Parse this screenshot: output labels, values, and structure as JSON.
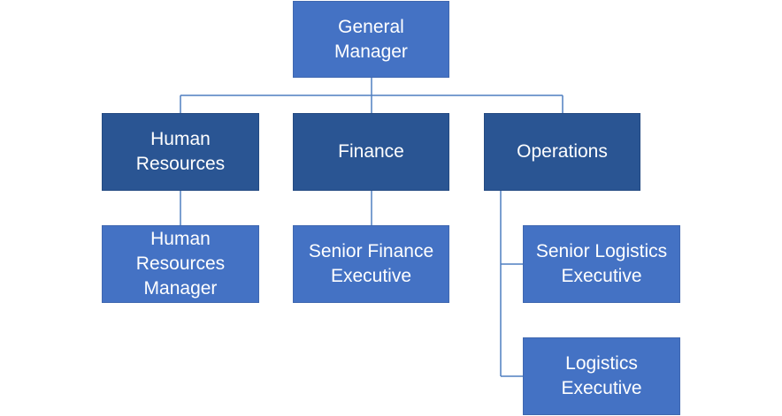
{
  "nodes": {
    "general_manager": "General\nManager",
    "human_resources": "Human\nResources",
    "finance": "Finance",
    "operations": "Operations",
    "human_resources_manager": "Human\nResources\nManager",
    "senior_finance_executive": "Senior Finance\nExecutive",
    "senior_logistics_executive": "Senior Logistics\nExecutive",
    "logistics_executive": "Logistics\nExecutive"
  },
  "colors": {
    "light_node": "#4472c4",
    "dark_node": "#2a5593",
    "connector": "#4f7fc0",
    "text": "#ffffff"
  }
}
